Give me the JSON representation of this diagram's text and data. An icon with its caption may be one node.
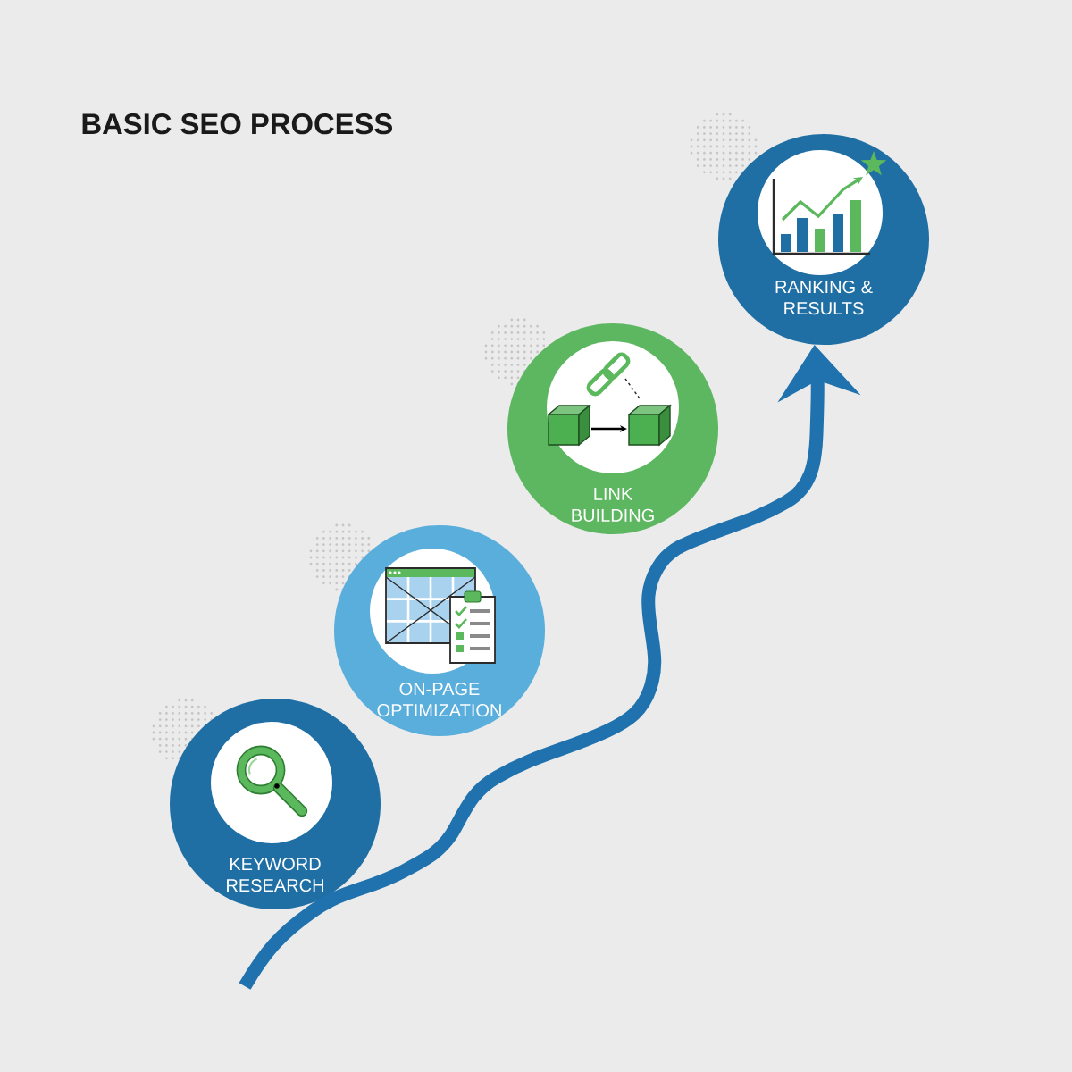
{
  "diagram": {
    "title": "BASIC SEO PROCESS",
    "nodes": [
      {
        "text": [
          "KEYWORD RESEARCH"
        ]
      },
      {
        "text": [
          "ON-PAGE OPTIMIZATION"
        ]
      },
      {
        "text": [
          "LINK BUILDING"
        ]
      },
      {
        "text": [
          "RANKING & RESULTS"
        ]
      }
    ],
    "edges": [
      {
        "from": null,
        "to": 3,
        "arrow": "to"
      }
    ]
  }
}
